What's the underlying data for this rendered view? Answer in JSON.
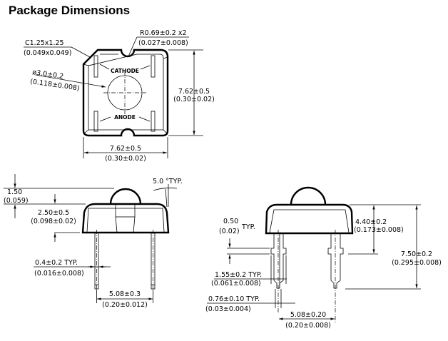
{
  "title": "Package Dimensions",
  "top_view": {
    "chamfer": [
      "C1.25x1.25",
      "(0.049x0.049)"
    ],
    "radius": [
      "R0.69±0.2  x2",
      "(0.027±0.008)"
    ],
    "lens_diameter": [
      "ø3.0±0.2",
      "(0.118±0.008)"
    ],
    "cathode": "CATHODE",
    "anode": "ANODE",
    "height": [
      "7.62±0.5",
      "(0.30±0.02)"
    ],
    "width": [
      "7.62±0.5",
      "(0.30±0.02)"
    ]
  },
  "side_view_left": {
    "dome_height": [
      "1.50",
      "(0.059)"
    ],
    "body_height": [
      "2.50±0.5",
      "(0.098±0.02)"
    ],
    "draft_angle": "5.0  °TYP.",
    "lead_width": [
      "0.4±0.2  TYP.",
      "(0.016±0.008)"
    ],
    "lead_spacing": [
      "5.08±0.3",
      "(0.20±0.012)"
    ]
  },
  "side_view_right": {
    "standoff": [
      "0.50",
      "(0.02)"
    ],
    "standoff_typ": "TYP.",
    "body_to_standoff": [
      "4.40±0.2",
      "(0.173±0.008)"
    ],
    "overall_height": [
      "7.50±0.2",
      "(0.295±0.008)"
    ],
    "standoff_width": [
      "1.55±0.2  TYP.",
      "(0.061±0.008)"
    ],
    "pin_width": [
      "0.76±0.10  TYP.",
      "(0.03±0.004)"
    ],
    "pin_spacing": [
      "5.08±0.20",
      "(0.20±0.008)"
    ]
  }
}
